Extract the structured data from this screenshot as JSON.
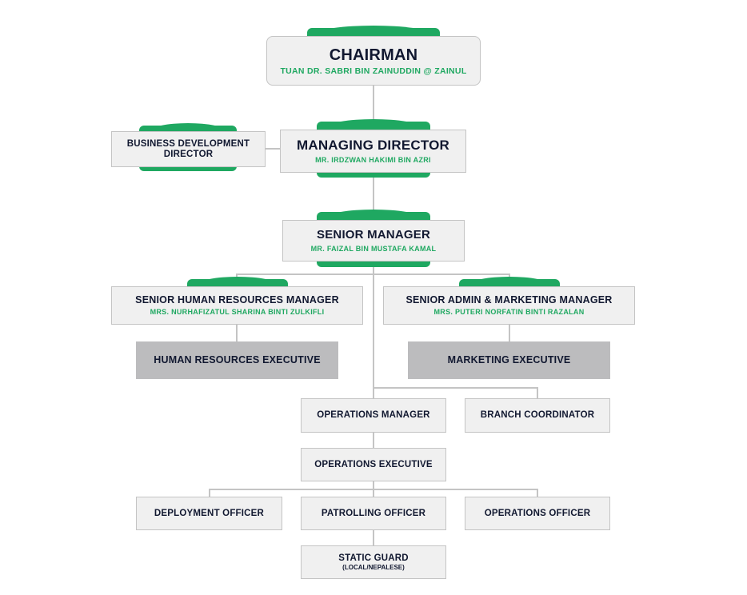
{
  "chairman": {
    "title": "CHAIRMAN",
    "name": "TUAN DR. SABRI BIN ZAINUDDIN @ ZAINUL"
  },
  "business_development": {
    "title_line1": "BUSINESS DEVELOPMENT",
    "title_line2": "DIRECTOR"
  },
  "managing_director": {
    "title": "MANAGING DIRECTOR",
    "name": "MR. IRDZWAN HAKIMI BIN AZRI"
  },
  "senior_manager": {
    "title": "SENIOR MANAGER",
    "name": "MR. FAIZAL BIN MUSTAFA KAMAL"
  },
  "senior_hr_manager": {
    "title": "SENIOR HUMAN RESOURCES MANAGER",
    "name": "MRS. NURHAFIZATUL SHARINA BINTI ZULKIFLI"
  },
  "senior_admin_marketing_manager": {
    "title": "SENIOR ADMIN & MARKETING MANAGER",
    "name": "MRS. PUTERI NORFATIN BINTI RAZALAN"
  },
  "hr_executive": {
    "title": "HUMAN RESOURCES EXECUTIVE"
  },
  "marketing_executive": {
    "title": "MARKETING EXECUTIVE"
  },
  "operations_manager": {
    "title": "OPERATIONS MANAGER"
  },
  "branch_coordinator": {
    "title": "BRANCH COORDINATOR"
  },
  "operations_executive": {
    "title": "OPERATIONS EXECUTIVE"
  },
  "deployment_officer": {
    "title": "DEPLOYMENT OFFICER"
  },
  "patrolling_officer": {
    "title": "PATROLLING OFFICER"
  },
  "operations_officer": {
    "title": "OPERATIONS OFFICER"
  },
  "static_guard": {
    "title": "STATIC GUARD",
    "note": "(LOCAL/NEPALESE)"
  },
  "colors": {
    "accent": "#1fa861",
    "box": "#f0f0f0",
    "box_dark": "#bcbcbe",
    "text": "#111830",
    "connector": "#c4c4c4"
  }
}
